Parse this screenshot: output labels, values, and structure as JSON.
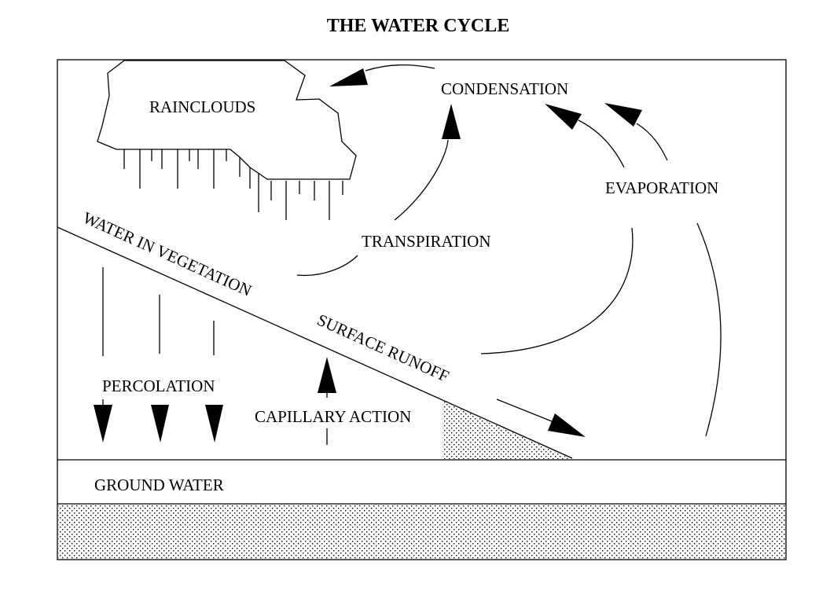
{
  "title": "THE WATER CYCLE",
  "labels": {
    "rainclouds": "RAINCLOUDS",
    "condensation": "CONDENSATION",
    "evaporation": "EVAPORATION",
    "transpiration": "TRANSPIRATION",
    "water_in_vegetation": "WATER IN VEGETATION",
    "surface_runoff": "SURFACE RUNOFF",
    "percolation": "PERCOLATION",
    "capillary_action": "CAPILLARY ACTION",
    "ground_water": "GROUND WATER"
  },
  "colors": {
    "ink": "#000000",
    "background": "#ffffff"
  }
}
